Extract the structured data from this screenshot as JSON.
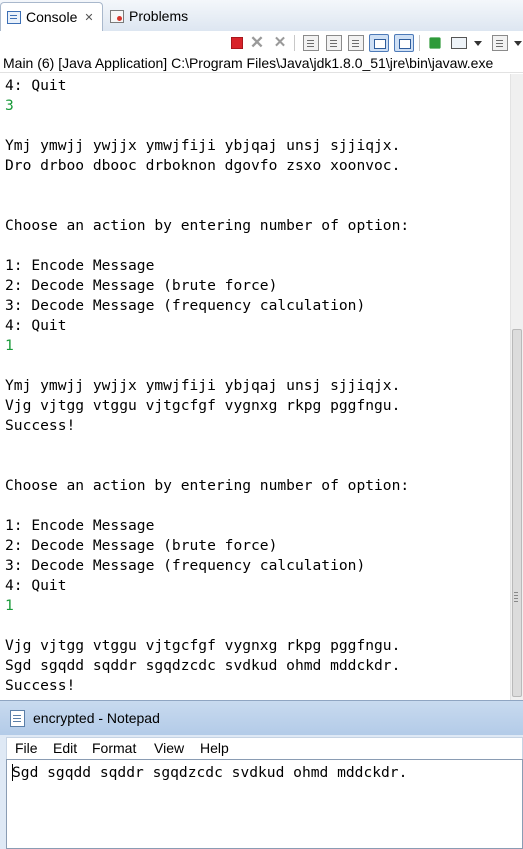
{
  "tabs": [
    {
      "label": "Console",
      "close": "✕"
    },
    {
      "label": "Problems"
    }
  ],
  "launch_info": "Main (6) [Java Application] C:\\Program Files\\Java\\jdk1.8.0_51\\jre\\bin\\javaw.exe",
  "console": {
    "lines": [
      {
        "text": "4: Quit",
        "kind": "output"
      },
      {
        "text": "3",
        "kind": "input"
      },
      {
        "text": "",
        "kind": "output"
      },
      {
        "text": "Ymj ymwjj ywjjx ymwjfiji ybjqaj unsj sjjiqjx.",
        "kind": "output"
      },
      {
        "text": "Dro drboo dbooc drboknon dgovfo zsxo xoonvoc.",
        "kind": "output"
      },
      {
        "text": "",
        "kind": "output"
      },
      {
        "text": "",
        "kind": "output"
      },
      {
        "text": "Choose an action by entering number of option:",
        "kind": "output"
      },
      {
        "text": "",
        "kind": "output"
      },
      {
        "text": "1: Encode Message",
        "kind": "output"
      },
      {
        "text": "2: Decode Message (brute force)",
        "kind": "output"
      },
      {
        "text": "3: Decode Message (frequency calculation)",
        "kind": "output"
      },
      {
        "text": "4: Quit",
        "kind": "output"
      },
      {
        "text": "1",
        "kind": "input"
      },
      {
        "text": "",
        "kind": "output"
      },
      {
        "text": "Ymj ymwjj ywjjx ymwjfiji ybjqaj unsj sjjiqjx.",
        "kind": "output"
      },
      {
        "text": "Vjg vjtgg vtggu vjtgcfgf vygnxg rkpg pggfngu.",
        "kind": "output"
      },
      {
        "text": "Success!",
        "kind": "output"
      },
      {
        "text": "",
        "kind": "output"
      },
      {
        "text": "",
        "kind": "output"
      },
      {
        "text": "Choose an action by entering number of option:",
        "kind": "output"
      },
      {
        "text": "",
        "kind": "output"
      },
      {
        "text": "1: Encode Message",
        "kind": "output"
      },
      {
        "text": "2: Decode Message (brute force)",
        "kind": "output"
      },
      {
        "text": "3: Decode Message (frequency calculation)",
        "kind": "output"
      },
      {
        "text": "4: Quit",
        "kind": "output"
      },
      {
        "text": "1",
        "kind": "input"
      },
      {
        "text": "",
        "kind": "output"
      },
      {
        "text": "Vjg vjtgg vtggu vjtgcfgf vygnxg rkpg pggfngu.",
        "kind": "output"
      },
      {
        "text": "Sgd sgqdd sqddr sgqdzcdc svdkud ohmd mddckdr.",
        "kind": "output"
      },
      {
        "text": "Success!",
        "kind": "output"
      }
    ]
  },
  "notepad": {
    "title": "encrypted - Notepad",
    "menu": [
      "File",
      "Edit",
      "Format",
      "View",
      "Help"
    ],
    "content": "Sgd sgqdd sqddr sgqdzcdc svdkud ohmd mddckdr."
  },
  "colors": {
    "input_text": "#1a9a3a",
    "stop_button": "#d8232a"
  }
}
